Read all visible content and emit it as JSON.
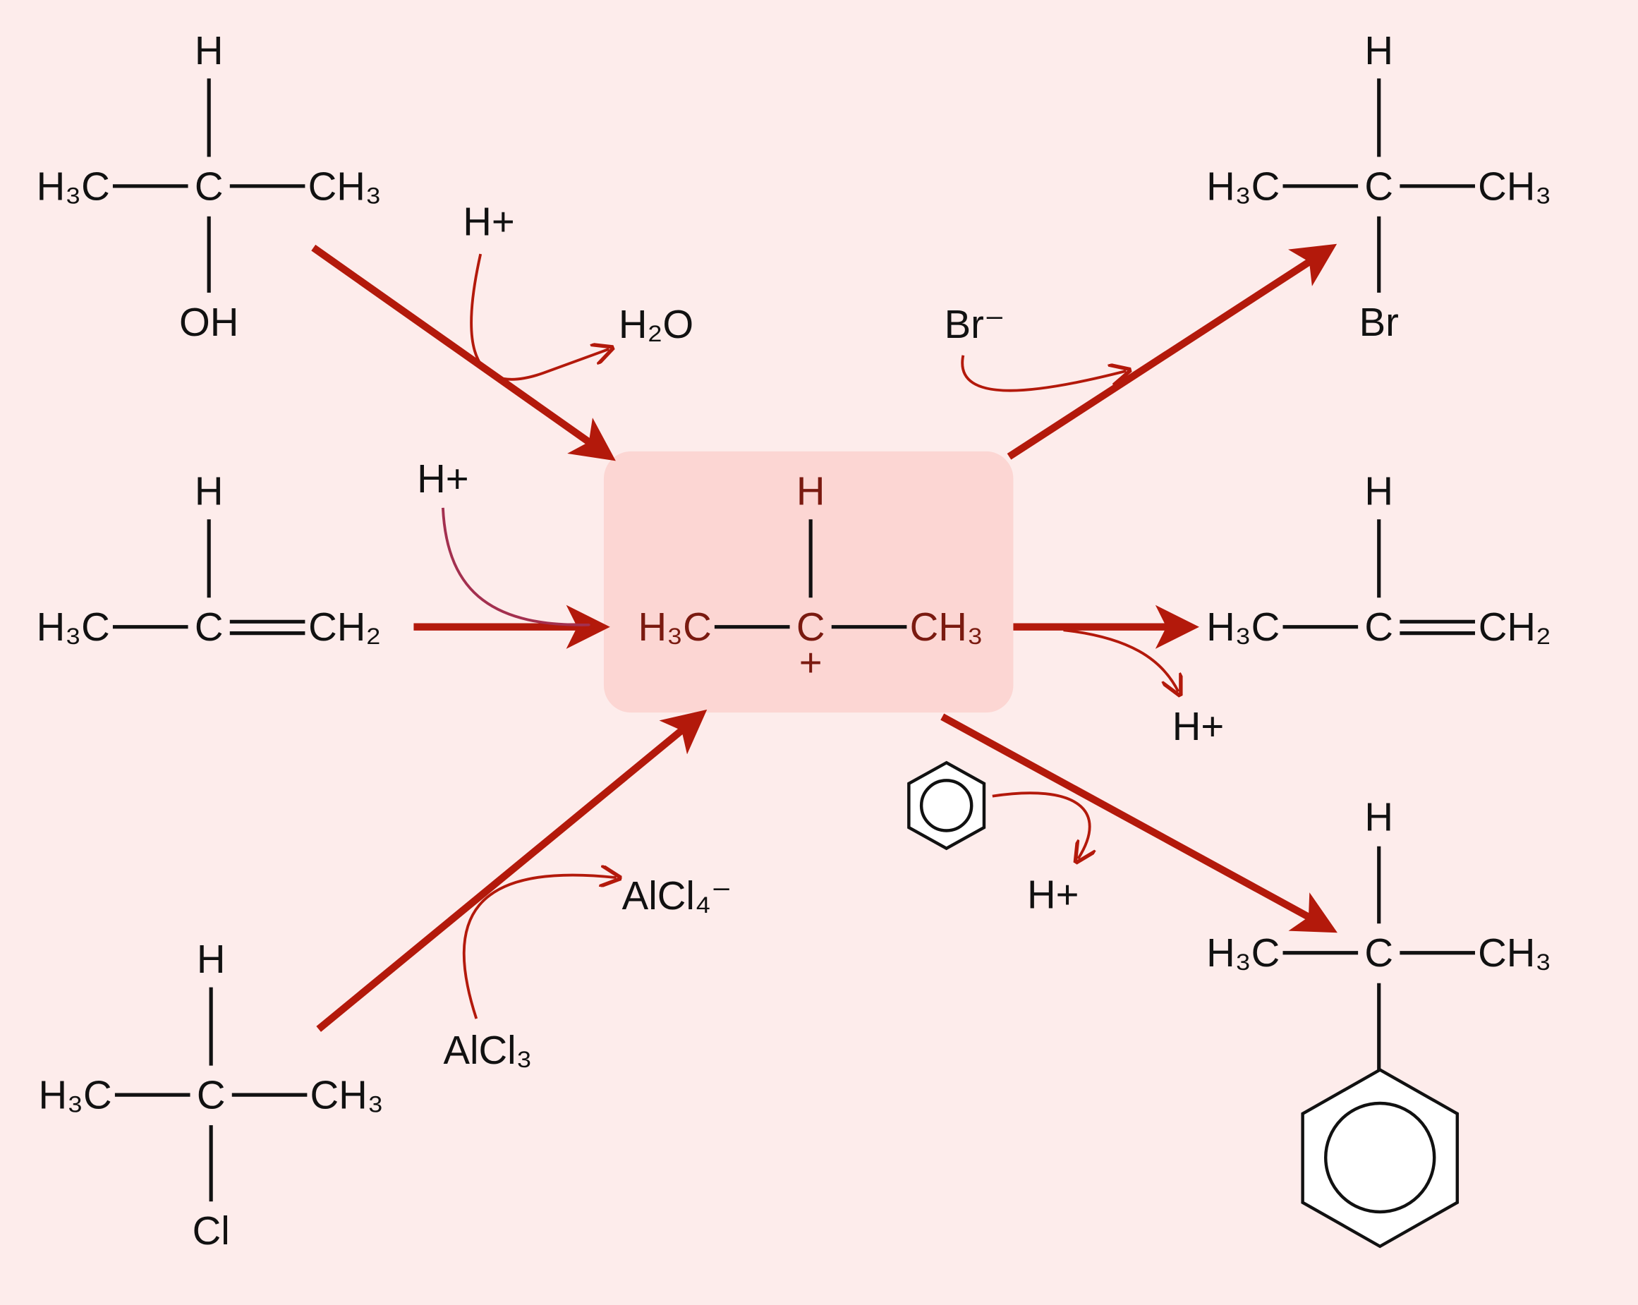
{
  "colors": {
    "background": "#fdeceb",
    "arrow": "#b3190b",
    "center_box": "#fcd6d3",
    "center_text": "#7a1a10"
  },
  "molecules": {
    "isopropanol": {
      "top": "H",
      "left": "H₃C",
      "center": "C",
      "right": "CH₃",
      "bottom": "OH"
    },
    "propene_reactant": {
      "top": "H",
      "left": "H₃C",
      "center": "C",
      "right": "CH₂"
    },
    "chloropropane": {
      "top": "H",
      "left": "H₃C",
      "center": "C",
      "right": "CH₃",
      "bottom": "Cl"
    },
    "carbocation": {
      "top": "H",
      "left": "H₃C",
      "center": "C",
      "right": "CH₃",
      "charge": "+"
    },
    "bromopropane": {
      "top": "H",
      "left": "H₃C",
      "center": "C",
      "right": "CH₃",
      "bottom": "Br"
    },
    "propene_product": {
      "top": "H",
      "left": "H₃C",
      "center": "C",
      "right": "CH₂"
    },
    "cumene": {
      "top": "H",
      "left": "H₃C",
      "center": "C",
      "right": "CH₃"
    }
  },
  "reagents": {
    "h_plus_1": "H+",
    "water": "H₂O",
    "bromide": "Br⁻",
    "h_plus_2": "H+",
    "alcl4": "AlCl₄⁻",
    "alcl3": "AlCl₃",
    "h_plus_3": "H+",
    "h_plus_4": "H+"
  }
}
